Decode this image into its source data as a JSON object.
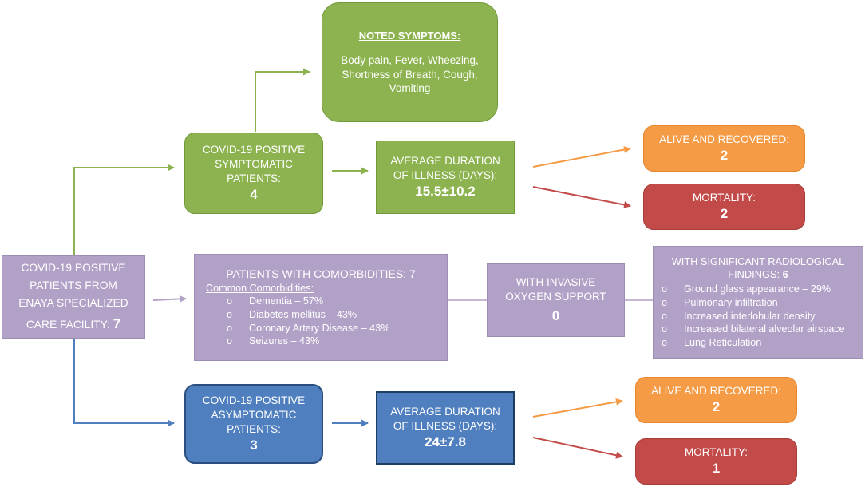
{
  "source": {
    "text": "COVID-19 POSITIVE PATIENTS FROM ENAYA SPECIALIZED CARE FACILITY:",
    "count": "7"
  },
  "symptoms": {
    "heading": "NOTED SYMPTOMS:",
    "text": "Body pain, Fever, Wheezing, Shortness of Breath, Cough, Vomiting"
  },
  "symptomatic": {
    "label": "COVID-19 POSITIVE SYMPTOMATIC PATIENTS:",
    "count": "4",
    "duration_label": "AVERAGE DURATION OF ILLNESS (DAYS):",
    "duration_value": "15.5±10.2",
    "alive_label": "ALIVE AND RECOVERED:",
    "alive_count": "2",
    "mortality_label": "MORTALITY:",
    "mortality_count": "2"
  },
  "comorbidities": {
    "title": "PATIENTS WITH COMORBIDITIES: 7",
    "subtitle": "Common Comorbidities:",
    "bullet": "o",
    "items": [
      "Dementia – 57%",
      "Diabetes mellitus – 43%",
      "Coronary Artery Disease – 43%",
      "Seizures – 43%"
    ]
  },
  "invasive": {
    "label": "WITH INVASIVE OXYGEN SUPPORT",
    "count": "0"
  },
  "radiological": {
    "title": "WITH SIGNIFICANT RADIOLOGICAL FINDINGS:",
    "count": "6",
    "bullet": "o",
    "items": [
      "Ground glass appearance – 29%",
      "Pulmonary infiltration",
      "Increased interlobular density",
      "Increased bilateral alveolar airspace",
      "Lung Reticulation"
    ]
  },
  "asymptomatic": {
    "label": "COVID-19 POSITIVE ASYMPTOMATIC PATIENTS:",
    "count": "3",
    "duration_label": "AVERAGE DURATION OF ILLNESS (DAYS):",
    "duration_value": "24±7.8",
    "alive_label": "ALIVE AND RECOVERED:",
    "alive_count": "2",
    "mortality_label": "MORTALITY:",
    "mortality_count": "1"
  },
  "colors": {
    "green": "#8cb34f",
    "purple": "#b2a1c7",
    "blue": "#4f7fbf",
    "orange": "#f59a45",
    "red": "#c24b49"
  }
}
